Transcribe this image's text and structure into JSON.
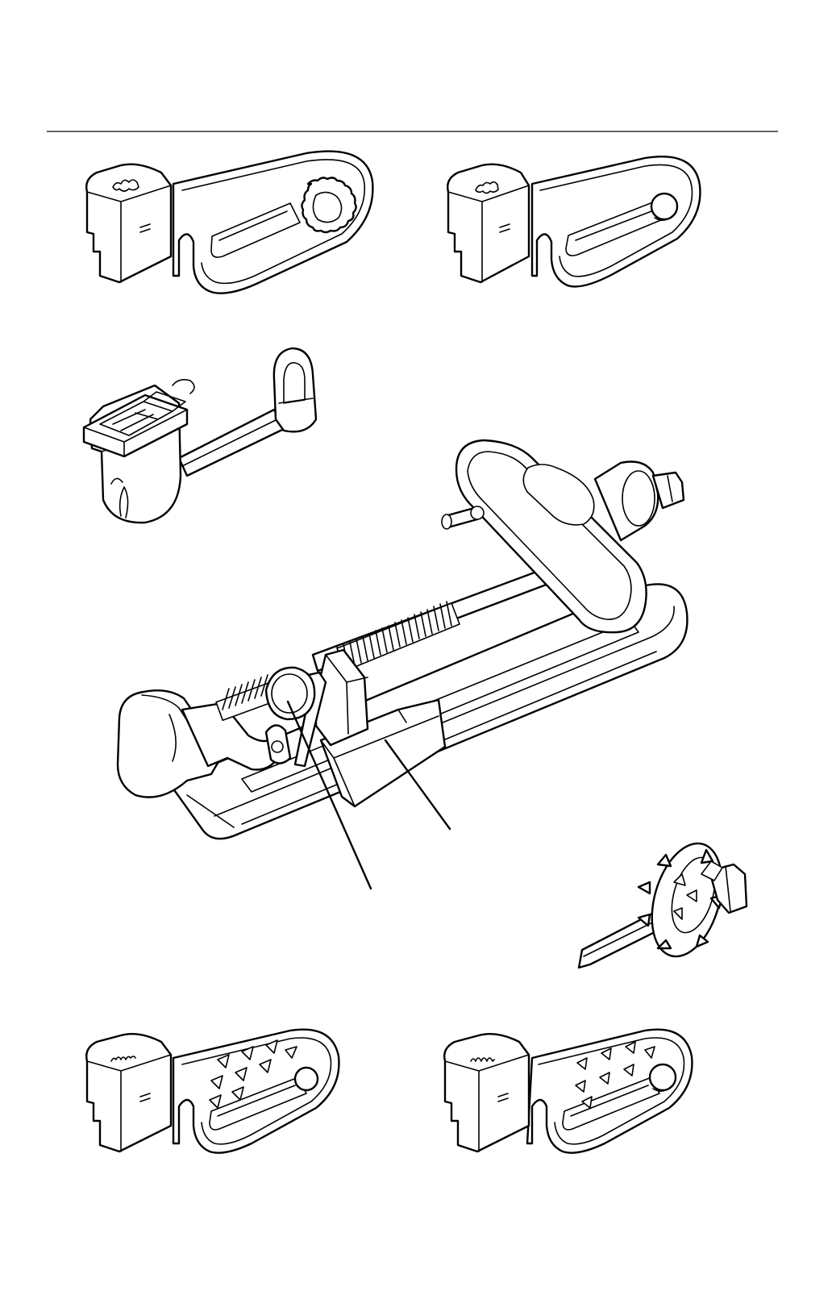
{
  "figure": {
    "parts": [
      {
        "id": "blade-top-left",
        "kind": "blade with crimped ring",
        "icon": "wavy-spiral-blade-icon"
      },
      {
        "id": "blade-top-right",
        "kind": "blade with round pin",
        "icon": "spiral-slicer-blade-icon"
      },
      {
        "id": "peeler-arm",
        "kind": "peeling blade on arm",
        "icon": "peeler-blade-icon"
      },
      {
        "id": "spiralizer-frame",
        "kind": "main frame with threaded rod",
        "icon": "spiralizer-frame-icon"
      },
      {
        "id": "fruit-skewer",
        "kind": "coring skewer with prongs",
        "icon": "skewer-icon"
      },
      {
        "id": "blade-bottom-left",
        "kind": "fine spiral blade",
        "icon": "fine-spiral-blade-icon"
      },
      {
        "id": "blade-bottom-right",
        "kind": "medium spiral blade",
        "icon": "medium-spiral-blade-icon"
      }
    ],
    "callouts": [
      {
        "id": "callout-holder",
        "target": "spiralizer-frame"
      },
      {
        "id": "callout-lever",
        "target": "spiralizer-frame"
      }
    ],
    "colors": {
      "ink": "#000000",
      "rule": "#666666",
      "paper": "#ffffff"
    }
  }
}
